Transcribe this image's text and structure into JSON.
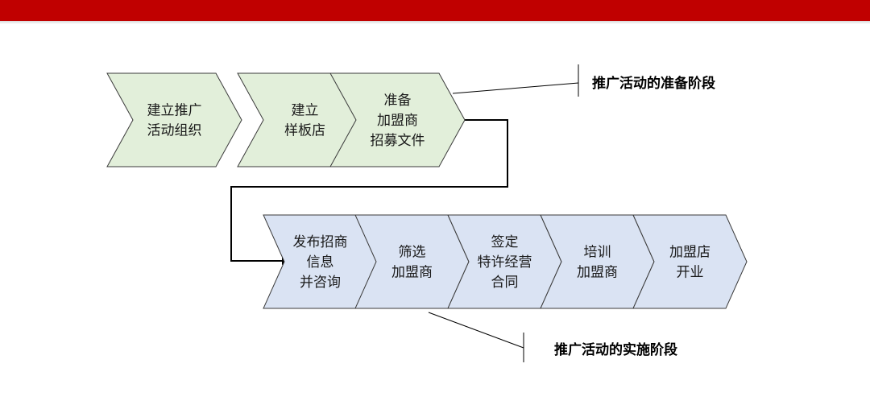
{
  "phases": [
    {
      "label": "推广活动的准备阶段",
      "steps": [
        {
          "lines": [
            "建立推广",
            "活动组织"
          ]
        },
        {
          "lines": [
            "建立",
            "样板店"
          ]
        },
        {
          "lines": [
            "准备",
            "加盟商",
            "招募文件"
          ]
        }
      ]
    },
    {
      "label": "推广活动的实施阶段",
      "steps": [
        {
          "lines": [
            "发布招商",
            "信息",
            "并咨询"
          ]
        },
        {
          "lines": [
            "筛选",
            "加盟商"
          ]
        },
        {
          "lines": [
            "签定",
            "特许经营",
            "合同"
          ]
        },
        {
          "lines": [
            "培训",
            "加盟商"
          ]
        },
        {
          "lines": [
            "加盟店",
            "开业"
          ]
        }
      ]
    }
  ],
  "colors": {
    "header_bar": "#c00000",
    "prep_fill": "#e2efda",
    "impl_fill": "#dae3f3",
    "outline": "#3a3a3a",
    "connector": "#000000"
  }
}
